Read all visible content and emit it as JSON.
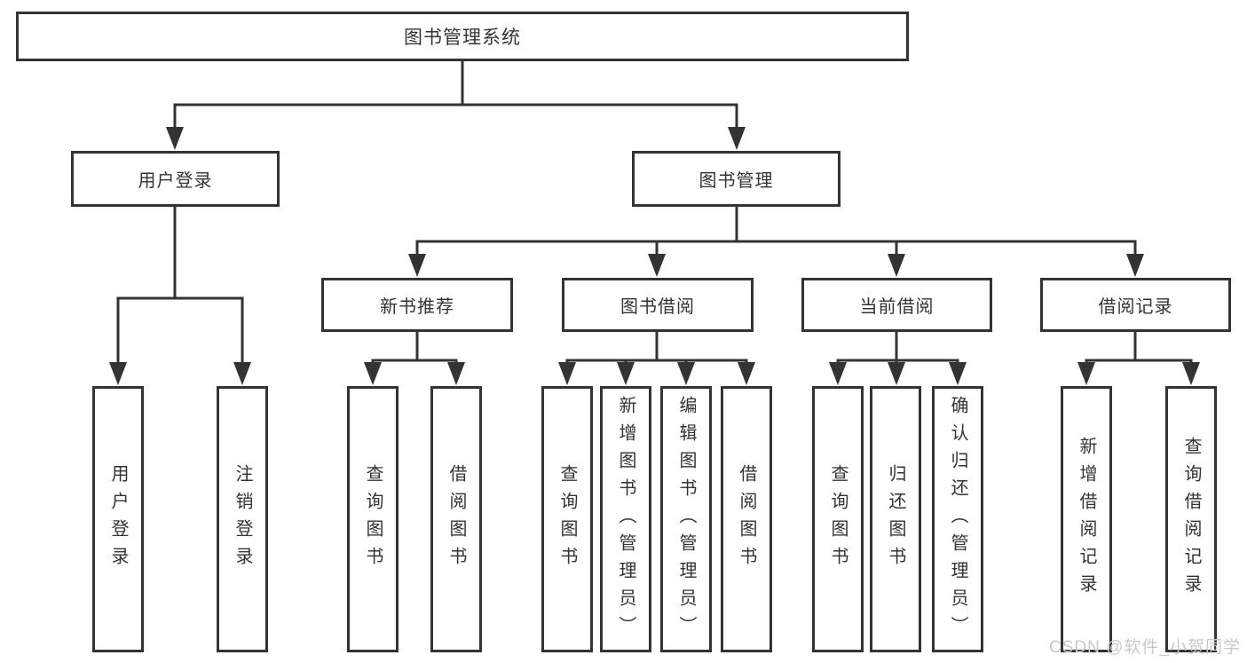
{
  "tree": {
    "root": {
      "label": "图书管理系统"
    },
    "children": [
      {
        "label": "用户登录",
        "children": [
          {
            "label": "用户登录"
          },
          {
            "label": "注销登录"
          }
        ]
      },
      {
        "label": "图书管理",
        "children": [
          {
            "label": "新书推荐",
            "children": [
              {
                "label": "查询图书"
              },
              {
                "label": "借阅图书"
              }
            ]
          },
          {
            "label": "图书借阅",
            "children": [
              {
                "label": "查询图书"
              },
              {
                "label": "新增图书（管理员）"
              },
              {
                "label": "编辑图书（管理员）"
              },
              {
                "label": "借阅图书"
              }
            ]
          },
          {
            "label": "当前借阅",
            "children": [
              {
                "label": "查询图书"
              },
              {
                "label": "归还图书"
              },
              {
                "label": "确认归还（管理员）"
              }
            ]
          },
          {
            "label": "借阅记录",
            "children": [
              {
                "label": "新增借阅记录"
              },
              {
                "label": "查询借阅记录"
              }
            ]
          }
        ]
      }
    ]
  },
  "watermark": {
    "text": "CSDN @软件_小贺同学",
    "color": "#c9c9c9"
  },
  "colors": {
    "line": "#333333",
    "box_border": "#333333",
    "text": "#333333",
    "background": "#ffffff"
  }
}
